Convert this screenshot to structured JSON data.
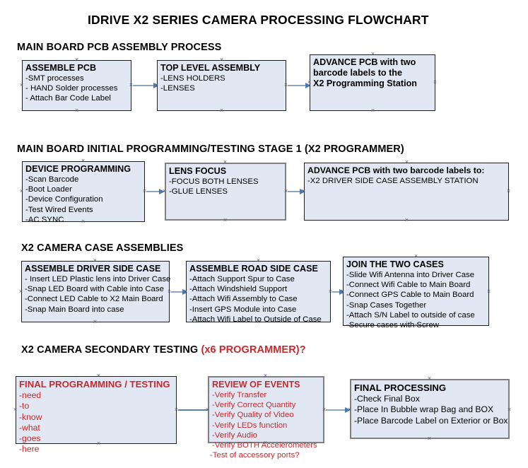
{
  "document": {
    "title": "IDRIVE X2  SERIES CAMERA PROCESSING FLOWCHART"
  },
  "colors": {
    "box_fill": "#e1e8f3",
    "box_border": "#1d1d1d",
    "gray_border": "#808080",
    "accent_red": "#c42a2e",
    "connector": "#8ca7c4",
    "arrowhead": "#4a78b0",
    "text": "#000000"
  },
  "sections": [
    {
      "heading": "MAIN BOARD PCB ASSEMBLY PROCESS",
      "heading_accent": "",
      "nodes": [
        {
          "title": "ASSEMBLE PCB",
          "lines": [
            " -SMT processes",
            "- HAND Solder processes",
            "- Attach Bar Code Label"
          ]
        },
        {
          "title": "TOP LEVEL ASSEMBLY",
          "lines": [
            "-LENS HOLDERS",
            "-LENSES"
          ]
        },
        {
          "title": "ADVANCE PCB with two",
          "lines": [
            "barcode labels to the",
            " X2 Programming Station"
          ]
        }
      ]
    },
    {
      "heading": "MAIN BOARD INITIAL PROGRAMMING/TESTING STAGE 1 (X2 PROGRAMMER)",
      "heading_accent": "",
      "nodes": [
        {
          "title": "DEVICE PROGRAMMING",
          "lines": [
            "-Scan Barcode",
            "-Boot Loader",
            "-Device Configuration",
            "-Test Wired Events",
            "-AC SYNC"
          ]
        },
        {
          "title": "LENS FOCUS",
          "lines": [
            "-FOCUS BOTH LENSES",
            "-GLUE LENSES"
          ]
        },
        {
          "title": "ADVANCE PCB with two barcode labels to:",
          "lines": [
            "-X2 DRIVER  SIDE  CASE  ASSEMBLY STATION"
          ]
        }
      ]
    },
    {
      "heading": "X2 CAMERA CASE ASSEMBLIES",
      "heading_accent": "",
      "nodes": [
        {
          "title": "ASSEMBLE DRIVER SIDE CASE",
          "lines": [
            "- Insert LED Plastic lens into Driver Case",
            "-Snap LED Board with Cable into Case",
            "-Connect LED Cable to X2 Main Board",
            "-Snap Main Board into case"
          ]
        },
        {
          "title": "ASSEMBLE ROAD SIDE CASE",
          "lines": [
            "-Attach Support Spur to Case",
            "-Attach Windshield Support",
            "-Attach Wifi Assembly to Case",
            "-Insert GPS Module into Case",
            "-Attach Wifi Label to Outside of Case"
          ]
        },
        {
          "title": "JOIN THE TWO CASES",
          "lines": [
            "-Slide Wifi Antenna into Driver Case",
            "-Connect Wifi Cable to Main Board",
            "-Connect GPS Cable to Main Board",
            "-Snap Cases Together",
            "-Attach S/N Label to outside of case",
            "-Secure cases with Screw"
          ]
        }
      ]
    },
    {
      "heading": "X2 CAMERA SECONDARY TESTING ",
      "heading_accent": "(x6 PROGRAMMER)?",
      "nodes": [
        {
          "title": "FINAL PROGRAMMING / TESTING",
          "lines": [
            "-need",
            "-to",
            "-know",
            "-what",
            "-goes",
            "-here"
          ]
        },
        {
          "title": "REVIEW OF EVENTS",
          "lines": [
            "-Verify Transfer",
            "-Verify Correct Quantity",
            "-Verify Quality of Video",
            "-Verify LEDs function",
            "-Verify Audio",
            "-Verify BOTH Accelerometers",
            "-Test of accessory ports?"
          ]
        },
        {
          "title": "FINAL PROCESSING",
          "lines": [
            " -Check Final Box",
            "-Place In Bubble wrap Bag and BOX",
            "-Place Barcode Label on Exterior or Box"
          ]
        }
      ]
    }
  ]
}
